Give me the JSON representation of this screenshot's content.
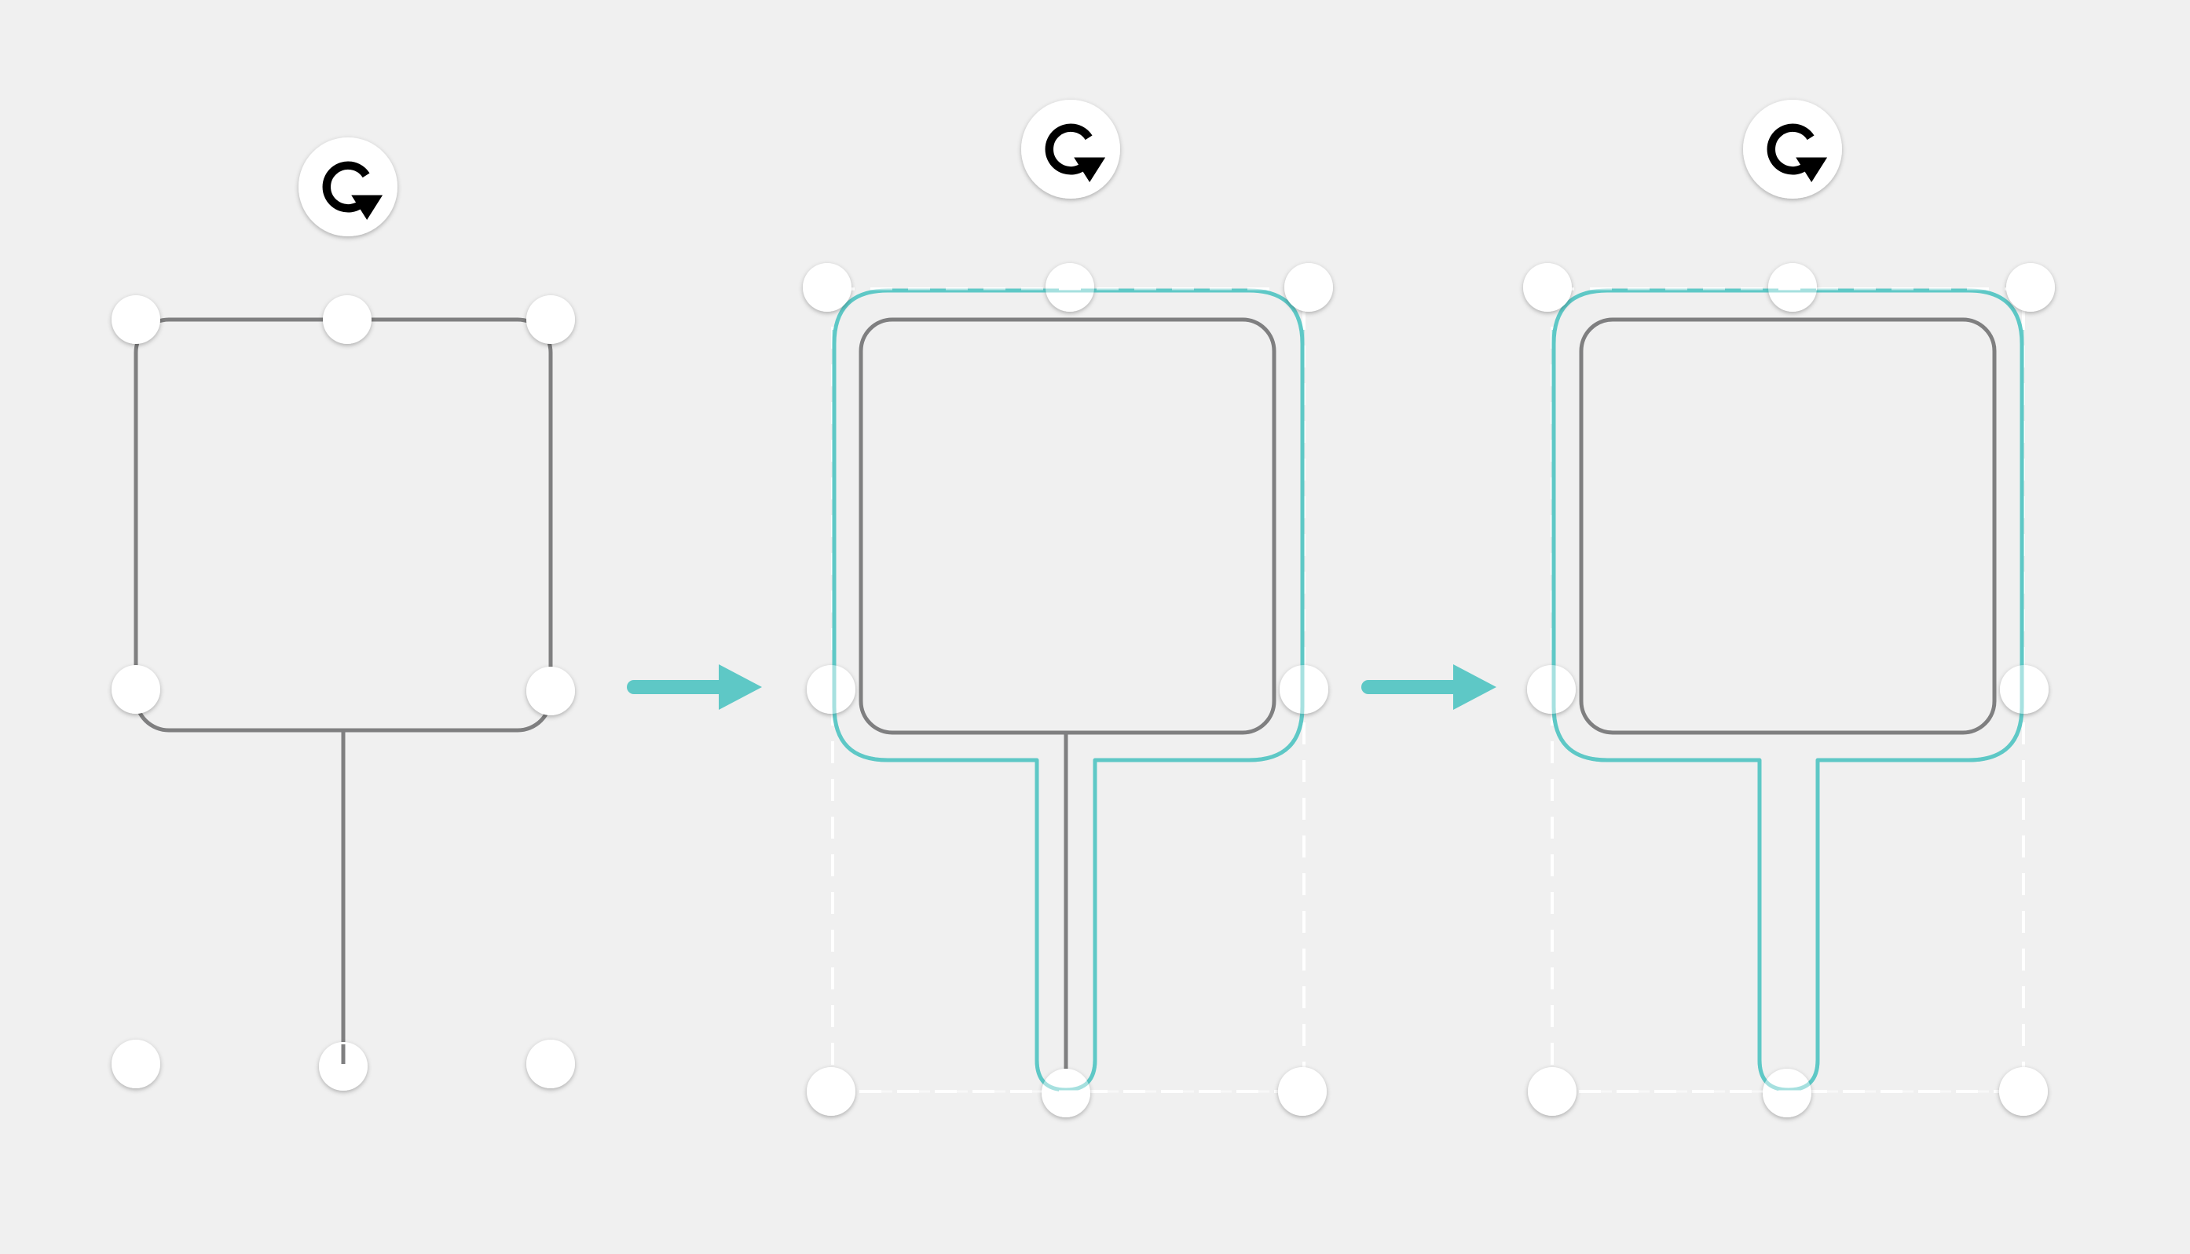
{
  "diagram": {
    "description_panels": [
      "stroke-shape",
      "outline-with-original",
      "outline-only"
    ],
    "colors": {
      "background": "#f0f0f0",
      "shape_stroke": "#7f7f80",
      "outline_stroke": "#5ec8c6",
      "arrow_fill": "#5ec8c6",
      "bbox_dash": "#ffffff",
      "handle_fill": "#ffffff",
      "rotate_icon": "#000000"
    },
    "icons": {
      "rotate": "rotate-clockwise-icon",
      "arrow": "arrow-right-icon",
      "handle": "resize-handle"
    }
  }
}
